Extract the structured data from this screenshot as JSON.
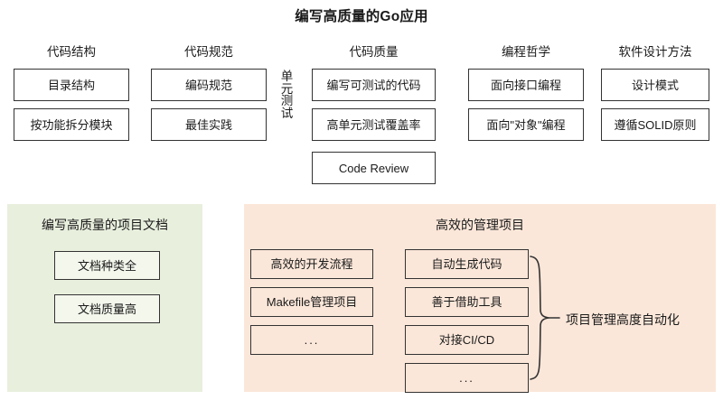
{
  "title": "编写高质量的Go应用",
  "colors": {
    "panel_green": "#e8efdd",
    "panel_orange": "#fbe7d9",
    "node_border": "#333333",
    "text": "#1a1a1a",
    "background": "#ffffff"
  },
  "top_section": {
    "columns": [
      {
        "header": "代码结构",
        "nodes": [
          "目录结构",
          "按功能拆分模块"
        ]
      },
      {
        "header": "代码规范",
        "nodes": [
          "编码规范",
          "最佳实践"
        ]
      },
      {
        "header": "代码质量",
        "side_label": "单元测试",
        "nodes": [
          "编写可测试的代码",
          "高单元测试覆盖率",
          "Code Review"
        ]
      },
      {
        "header": "编程哲学",
        "nodes": [
          "面向接口编程",
          "面向\"对象\"编程"
        ]
      },
      {
        "header": "软件设计方法",
        "nodes": [
          "设计模式",
          "遵循SOLID原则"
        ]
      }
    ]
  },
  "bottom_section": {
    "panels": [
      {
        "title": "编写高质量的项目文档",
        "nodes": [
          "文档种类全",
          "文档质量高"
        ]
      },
      {
        "title": "高效的管理项目",
        "columns": [
          {
            "nodes": [
              "高效的开发流程",
              "Makefile管理项目",
              "..."
            ]
          },
          {
            "nodes": [
              "自动生成代码",
              "善于借助工具",
              "对接CI/CD",
              "..."
            ]
          }
        ],
        "brace_label": "项目管理高度自动化"
      }
    ]
  }
}
